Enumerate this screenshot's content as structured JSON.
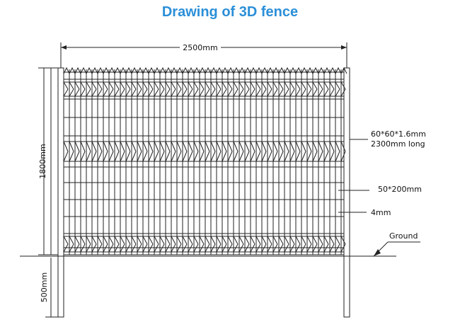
{
  "title": "Drawing of 3D fence",
  "dimensions": {
    "width": "2500mm",
    "height": "1800mm",
    "buried": "500mm"
  },
  "annotations": {
    "post_line1": "60*60*1.6mm",
    "post_line2": "2300mm long",
    "mesh": "50*200mm",
    "wire": "4mm",
    "ground": "Ground"
  },
  "colors": {
    "title": "#2b8fd8",
    "line": "#222222"
  }
}
